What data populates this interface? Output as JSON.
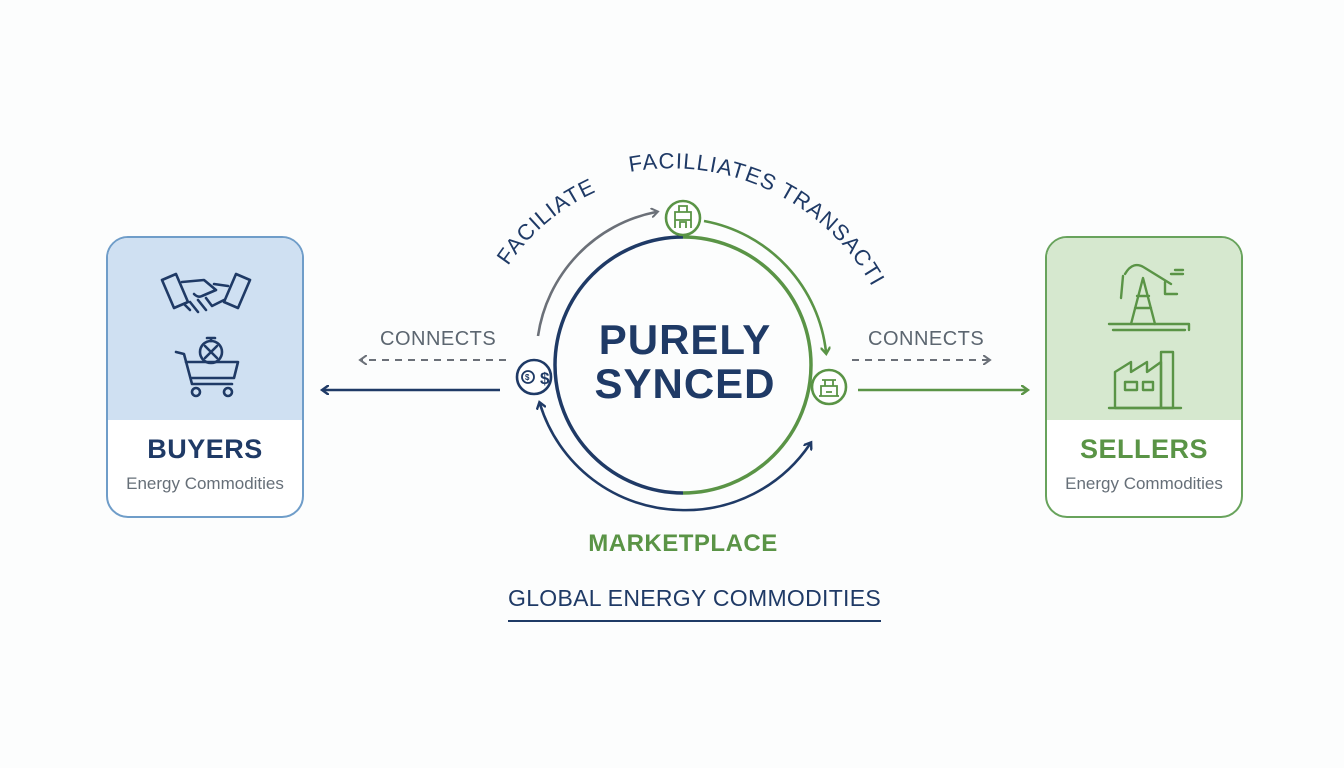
{
  "buyers": {
    "title": "BUYERS",
    "subtitle": "Energy Commodities",
    "icons": [
      "handshake-icon",
      "shopping-cart-icon"
    ]
  },
  "sellers": {
    "title": "SELLERS",
    "subtitle": "Energy Commodities",
    "icons": [
      "oil-pump-icon",
      "factory-icon"
    ]
  },
  "center": {
    "line1": "PURELY",
    "line2": "SYNCED"
  },
  "arc_labels": {
    "left": "FACILIATES",
    "right": "FACILLIATES TRANSACTIONS"
  },
  "connects_left": "CONNECTS",
  "connects_right": "CONNECTS",
  "marketplace": "MARKETPLACE",
  "footer": "GLOBAL ENERGY COMMODITIES",
  "colors": {
    "navy": "#1f3a66",
    "green": "#5a9446",
    "light_blue": "#cfe0f2",
    "light_green": "#d6e8cf",
    "gray": "#6b7078"
  },
  "node_icons": [
    "dollar-exchange-icon",
    "refinery-icon",
    "trade-desk-icon"
  ]
}
